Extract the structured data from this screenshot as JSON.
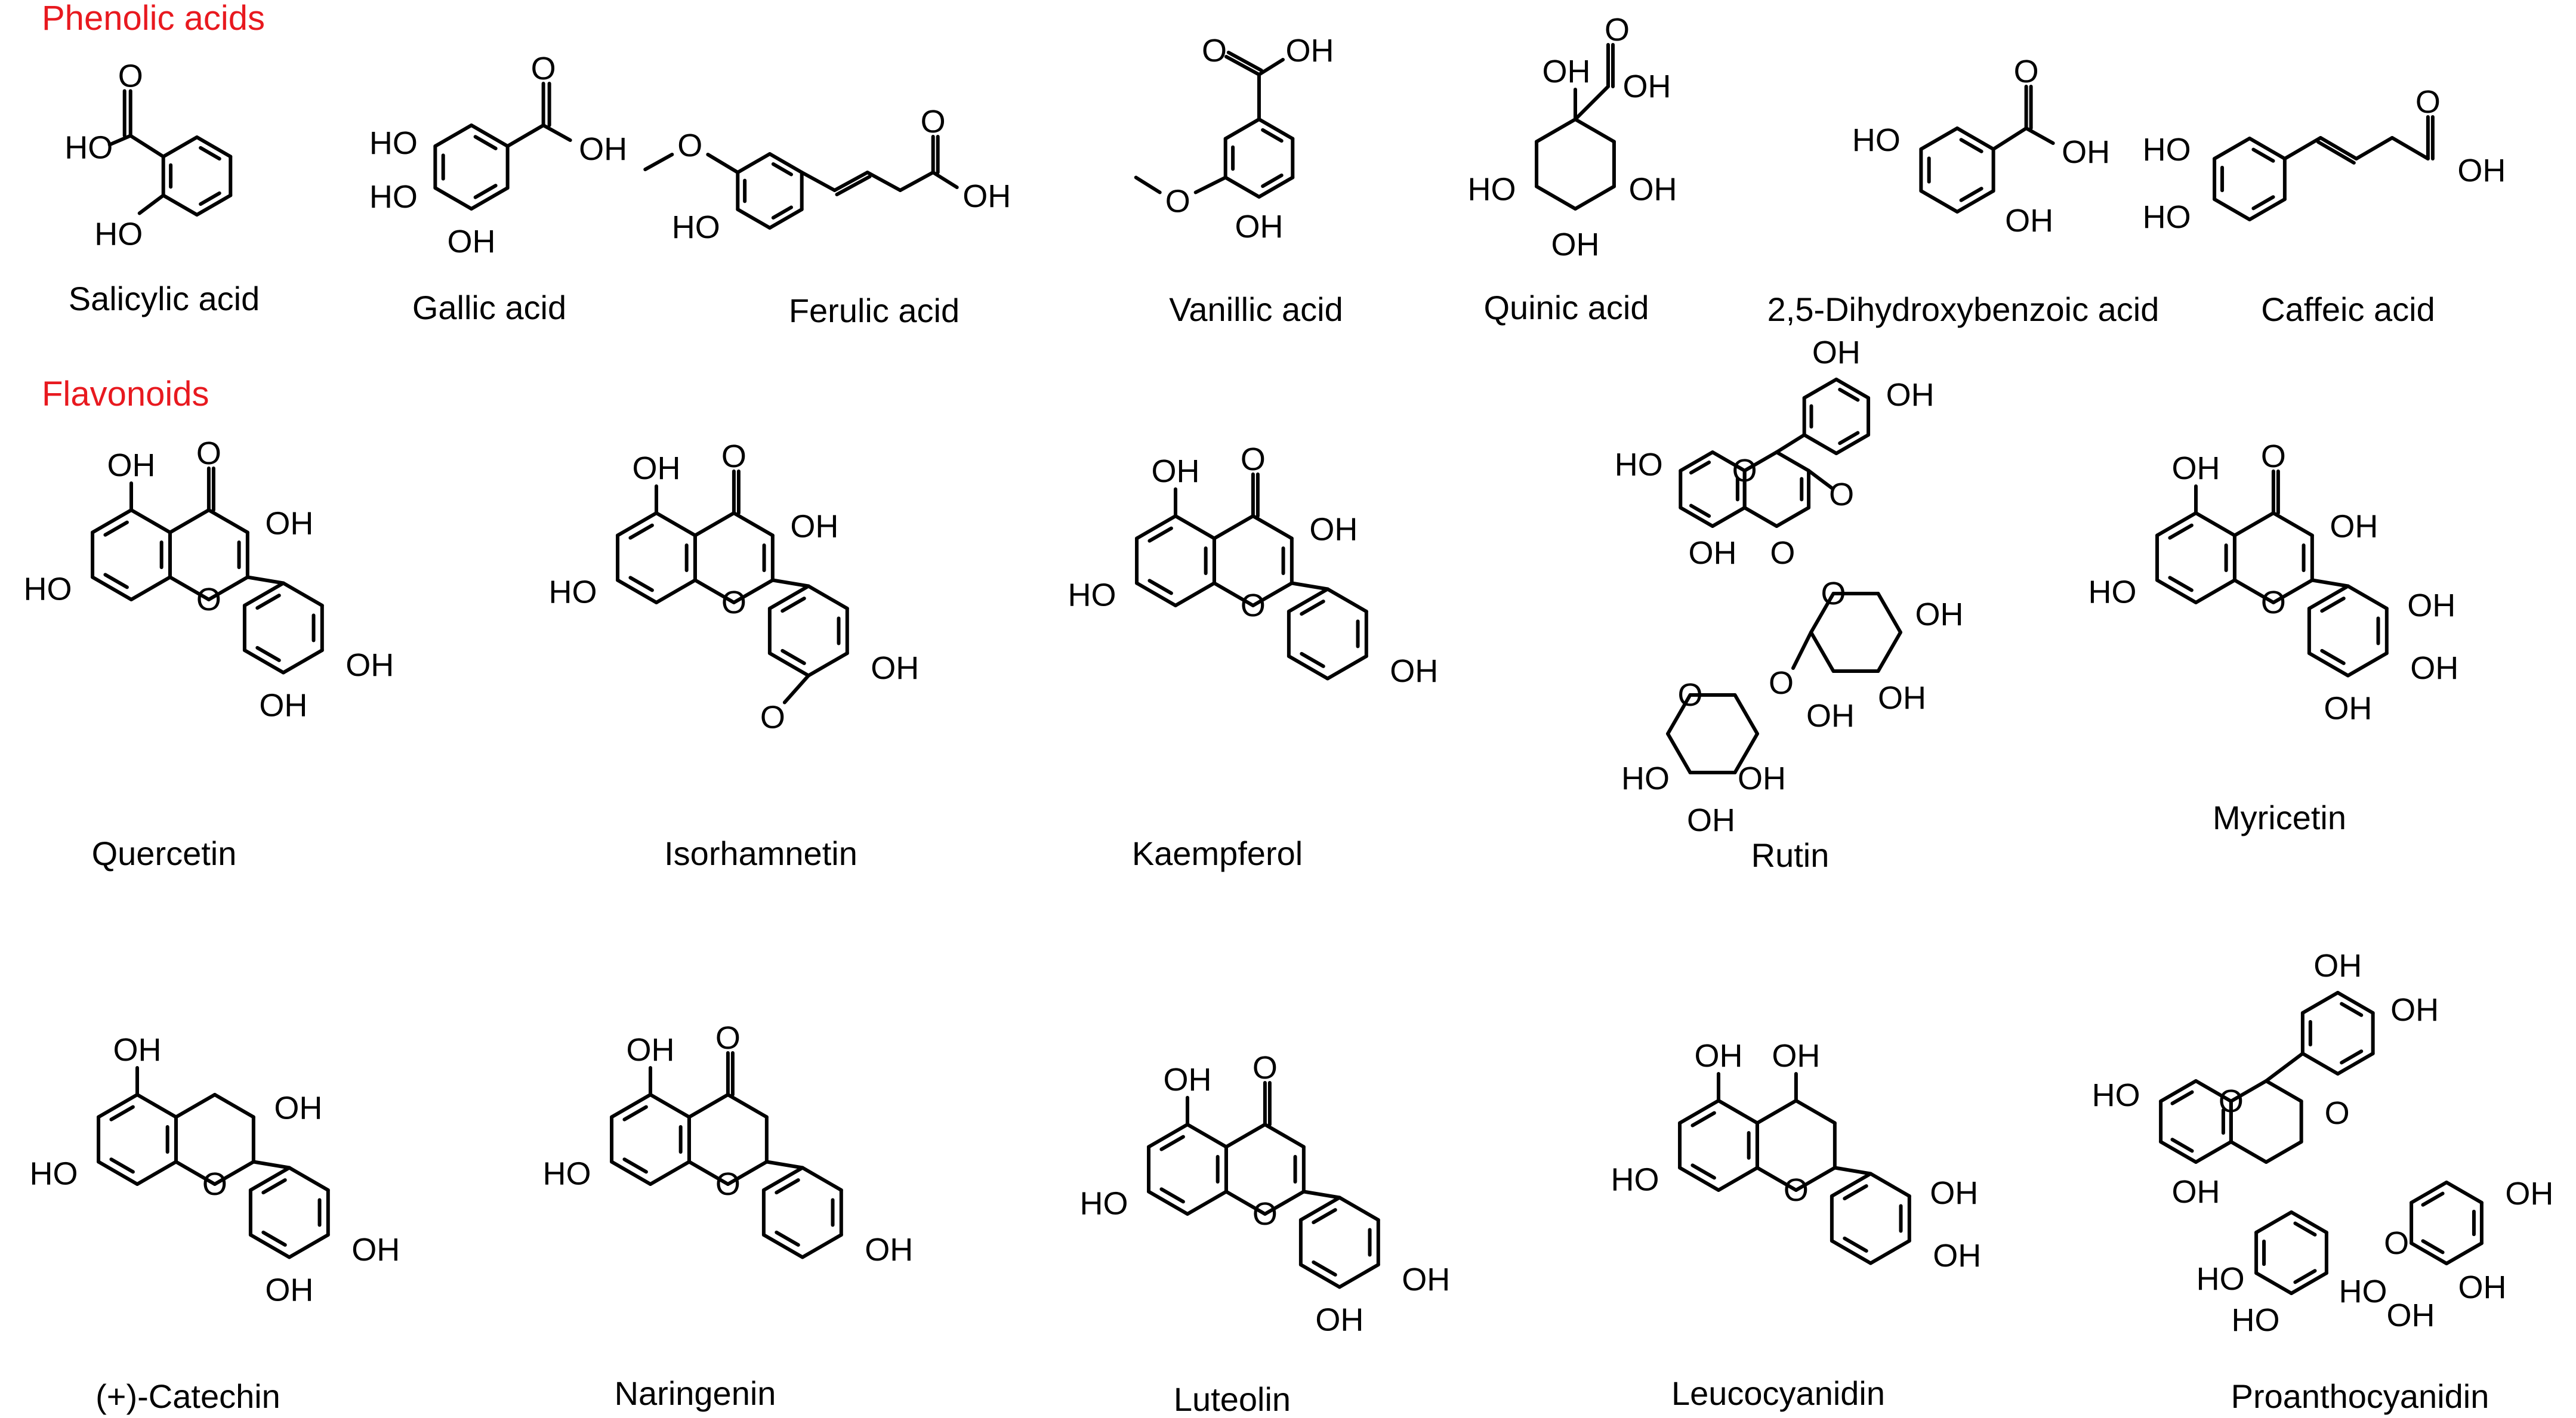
{
  "colors": {
    "section_heading": "#e8191f",
    "ink": "#000000",
    "background": "#ffffff"
  },
  "sections": [
    {
      "heading": "Phenolic acids"
    },
    {
      "heading": "Flavonoids"
    }
  ],
  "compounds": [
    {
      "name": "Salicylic acid"
    },
    {
      "name": "Gallic acid"
    },
    {
      "name": "Ferulic acid"
    },
    {
      "name": "Vanillic acid"
    },
    {
      "name": "Quinic acid"
    },
    {
      "name": "2,5-Dihydroxybenzoic acid"
    },
    {
      "name": "Caffeic acid"
    },
    {
      "name": "Quercetin"
    },
    {
      "name": "Isorhamnetin"
    },
    {
      "name": "Kaempferol"
    },
    {
      "name": "Rutin"
    },
    {
      "name": "Myricetin"
    },
    {
      "name": "(+)-Catechin"
    },
    {
      "name": "Naringenin"
    },
    {
      "name": "Luteolin"
    },
    {
      "name": "Leucocyanidin"
    },
    {
      "name": "Proanthocyanidin"
    }
  ],
  "atom_labels": {
    "oh": "OH",
    "ho": "HO",
    "o": "O"
  }
}
